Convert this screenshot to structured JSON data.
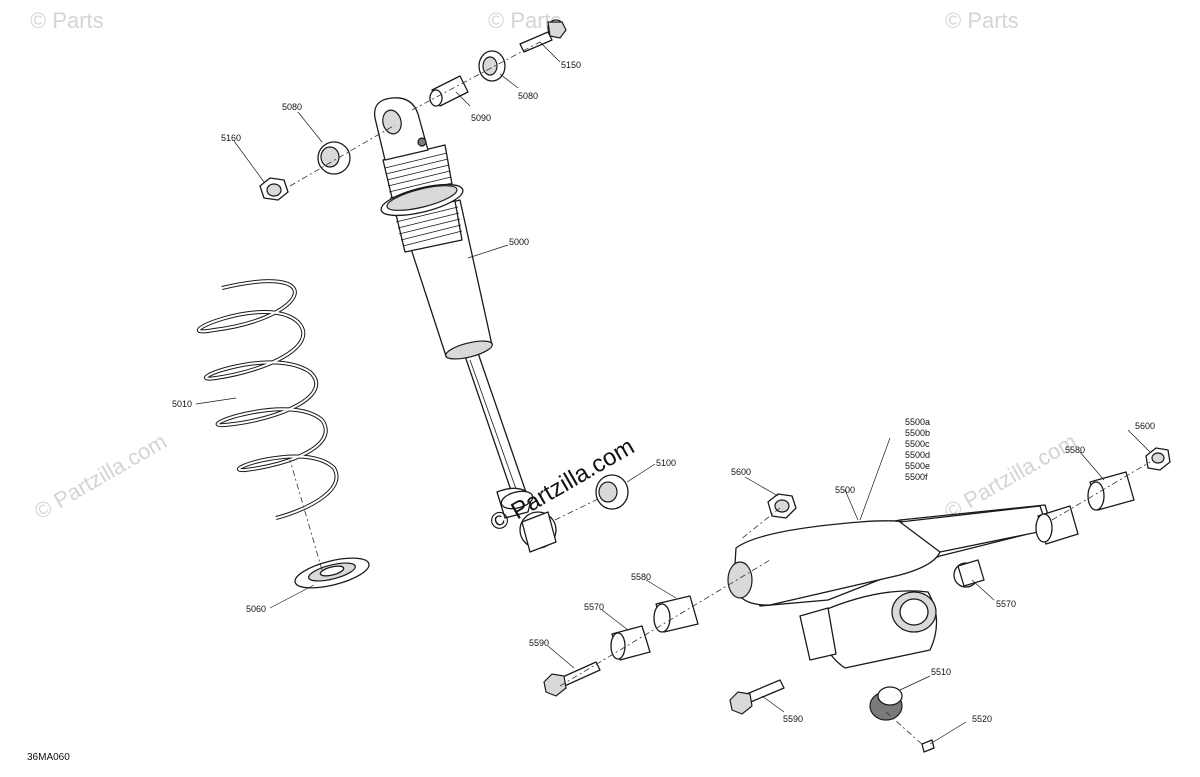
{
  "watermark": {
    "center_text": "© Partzilla.com",
    "faded_text": "© Partzilla.com",
    "faded_prefix": "© Parts"
  },
  "figure_code": "36MA060",
  "callouts": {
    "p5000": "5000",
    "p5010": "5010",
    "p5060": "5060",
    "p5080_top": "5080",
    "p5080_left": "5080",
    "p5090": "5090",
    "p5100": "5100",
    "p5150": "5150",
    "p5160": "5160",
    "p5500": "5500",
    "p5500_variants": [
      "5500a",
      "5500b",
      "5500c",
      "5500d",
      "5500e",
      "5500f"
    ],
    "p5510": "5510",
    "p5520": "5520",
    "p5570_left": "5570",
    "p5570_right": "5570",
    "p5580_left": "5580",
    "p5580_right": "5580",
    "p5590_left": "5590",
    "p5590_right": "5590",
    "p5600_left": "5600",
    "p5600_right": "5600"
  }
}
